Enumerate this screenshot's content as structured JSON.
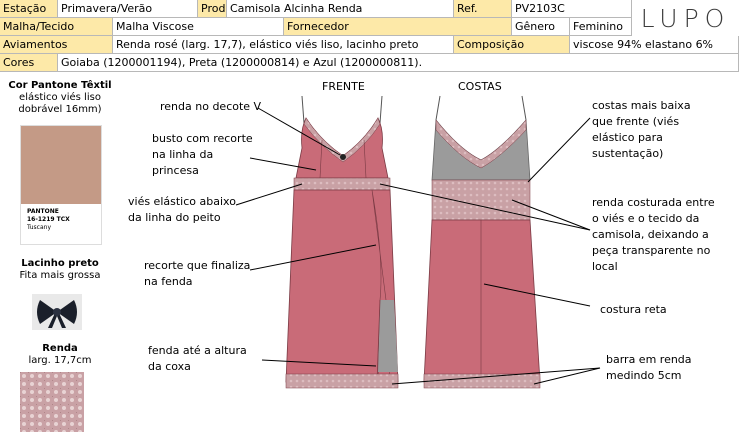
{
  "header": {
    "estacao_label": "Estação",
    "estacao_value": "Primavera/Verão",
    "produto_label": "Produto",
    "produto_value": "Camisola Alcinha Renda",
    "ref_label": "Ref.",
    "ref_value": "PV2103C",
    "malha_label": "Malha/Tecido",
    "malha_value": "Malha Viscose",
    "fornecedor_label": "Fornecedor",
    "fornecedor_value": "",
    "genero_label": "Gênero",
    "genero_value": "Feminino",
    "aviamentos_label": "Aviamentos",
    "aviamentos_value": "Renda rosé (larg. 17,7), elástico viés liso, lacinho preto",
    "composicao_label": "Composição",
    "composicao_value": "viscose 94% elastano 6%",
    "cores_label": "Cores",
    "cores_value": "Goiaba (1200001194), Preta (1200000814) e Azul (1200000811).",
    "logo": "LUPO"
  },
  "sidebar": {
    "pantone_title": "Cor Pantone Têxtil",
    "pantone_desc1": "elástico viés liso",
    "pantone_desc2": "dobrável 16mm)",
    "swatch_brand": "PANTONE",
    "swatch_code": "16-1219 TCX",
    "swatch_name": "Tuscany",
    "swatch_color": "#c49a86",
    "lacinho_title": "Lacinho preto",
    "lacinho_desc": "Fita mais grossa",
    "renda_title": "Renda",
    "renda_desc": "larg. 17,7cm"
  },
  "views": {
    "front": "FRENTE",
    "back": "COSTAS"
  },
  "annotations": {
    "renda_decote": "renda no decote V",
    "busto_1": "busto com recorte",
    "busto_2": "na linha da",
    "busto_3": "princesa",
    "vies_1": "viés elástico abaixo",
    "vies_2": "da linha do peito",
    "recorte_1": "recorte que finaliza",
    "recorte_2": "na fenda",
    "fenda_1": "fenda até a altura",
    "fenda_2": "da coxa",
    "costas_1": "costas mais baixa",
    "costas_2": "que frente (viés",
    "costas_3": "elástico para",
    "costas_4": "sustentação)",
    "renda_cost_1": "renda costurada entre",
    "renda_cost_2": "o viés e o tecido da",
    "renda_cost_3": "camisola, deixando a",
    "renda_cost_4": "peça transparente no",
    "renda_cost_5": "local",
    "costura": "costura reta",
    "barra_1": "barra em renda",
    "barra_2": "medindo 5cm"
  },
  "colors": {
    "label_bg": "#fde9a8",
    "garment": "#c96b78",
    "lace": "#c9a1a5",
    "back_gray": "#9b9b9b"
  }
}
